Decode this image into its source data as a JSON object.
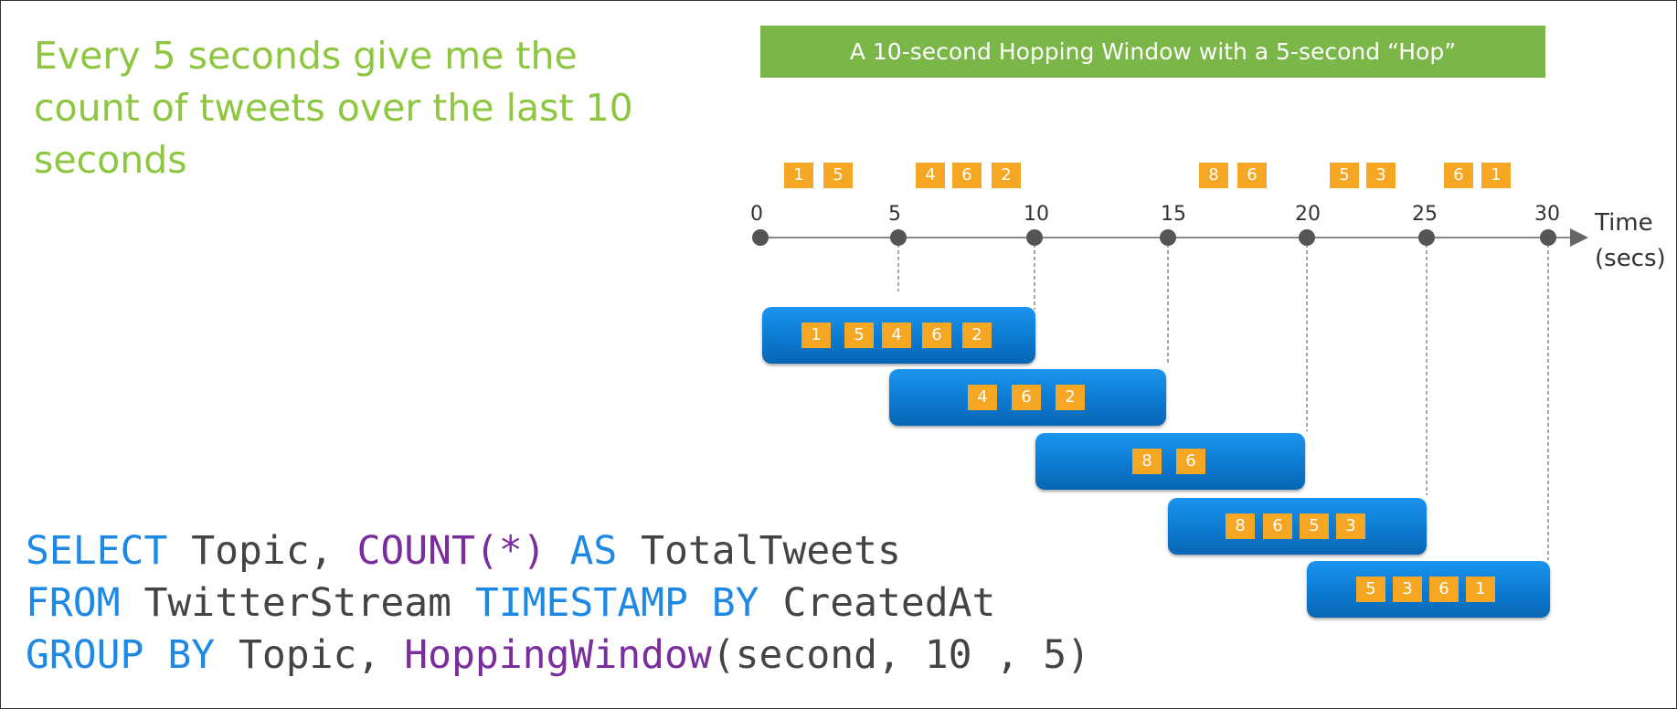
{
  "headline": "Every 5 seconds give me the count of tweets over the last 10 seconds",
  "banner": "A 10-second Hopping Window with a 5-second “Hop”",
  "timeline": {
    "ticks": [
      "0",
      "5",
      "10",
      "15",
      "20",
      "25",
      "30"
    ],
    "unit_line1": "Time",
    "unit_line2": "(secs)"
  },
  "events": [
    "1",
    "5",
    "4",
    "6",
    "2",
    "8",
    "6",
    "5",
    "3",
    "6",
    "1"
  ],
  "windows": [
    {
      "range": [
        0,
        10
      ],
      "events": [
        "1",
        "5",
        "4",
        "6",
        "2"
      ]
    },
    {
      "range": [
        5,
        15
      ],
      "events": [
        "4",
        "6",
        "2"
      ]
    },
    {
      "range": [
        10,
        20
      ],
      "events": [
        "8",
        "6"
      ]
    },
    {
      "range": [
        15,
        25
      ],
      "events": [
        "8",
        "6",
        "5",
        "3"
      ]
    },
    {
      "range": [
        20,
        30
      ],
      "events": [
        "5",
        "3",
        "6",
        "1"
      ]
    }
  ],
  "query": {
    "line1": {
      "kw1": "SELECT",
      "t1": " Topic, ",
      "fn1": "COUNT(*)",
      "t2": " ",
      "kw2": "AS",
      "t3": " TotalTweets"
    },
    "line2": {
      "kw1": "FROM",
      "t1": " TwitterStream ",
      "kw2": "TIMESTAMP BY",
      "t2": " CreatedAt"
    },
    "line3": {
      "kw1": "GROUP BY",
      "t1": " Topic, ",
      "fn1": "HoppingWindow",
      "t2": "(second, 10 , 5)"
    }
  },
  "colors": {
    "headline": "#8DC63F",
    "banner": "#7AB648",
    "event": "#F5A623",
    "window": "#0C7AD0",
    "keyword": "#1E88E5",
    "function": "#7B2D9E",
    "text": "#444444"
  }
}
